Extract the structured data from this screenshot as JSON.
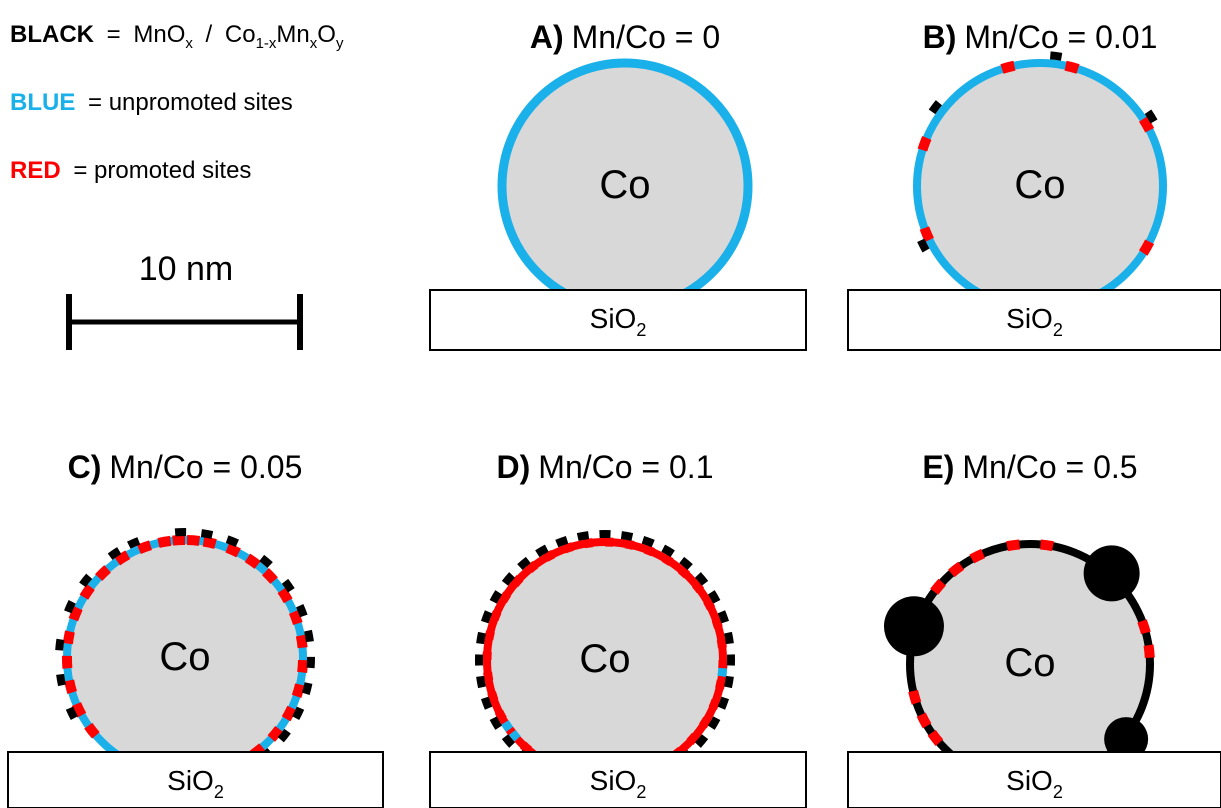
{
  "legend": {
    "black": {
      "keyword": "BLACK",
      "separator": "=",
      "formula_left": "MnO",
      "formula_left_sub": "x",
      "divider": "/",
      "co": "Co",
      "co_sub": "1-x",
      "mn": "Mn",
      "mn_sub": "x",
      "o": "O",
      "o_sub": "y",
      "color": "#000000"
    },
    "blue": {
      "keyword": "BLUE",
      "text": "= unpromoted sites",
      "color": "#1ab0ea"
    },
    "red": {
      "keyword": "RED",
      "text": "= promoted sites",
      "color": "#ff0000"
    }
  },
  "scale_bar": {
    "label": "10 nm"
  },
  "colors": {
    "particle_fill": "#d8d8d8",
    "unpromoted": "#1ab0ea",
    "promoted": "#ff0000",
    "promoter": "#000000",
    "support_fill": "#ffffff",
    "support_stroke": "#000000"
  },
  "particle_label": "Co",
  "support_label": {
    "base": "SiO",
    "sub": "2"
  },
  "panels": [
    {
      "letter": "A)",
      "caption": "Mn/Co = 0"
    },
    {
      "letter": "B)",
      "caption": "Mn/Co = 0.01"
    },
    {
      "letter": "C)",
      "caption": "Mn/Co = 0.05"
    },
    {
      "letter": "D)",
      "caption": "Mn/Co = 0.1"
    },
    {
      "letter": "E)",
      "caption": "Mn/Co = 0.5"
    }
  ]
}
